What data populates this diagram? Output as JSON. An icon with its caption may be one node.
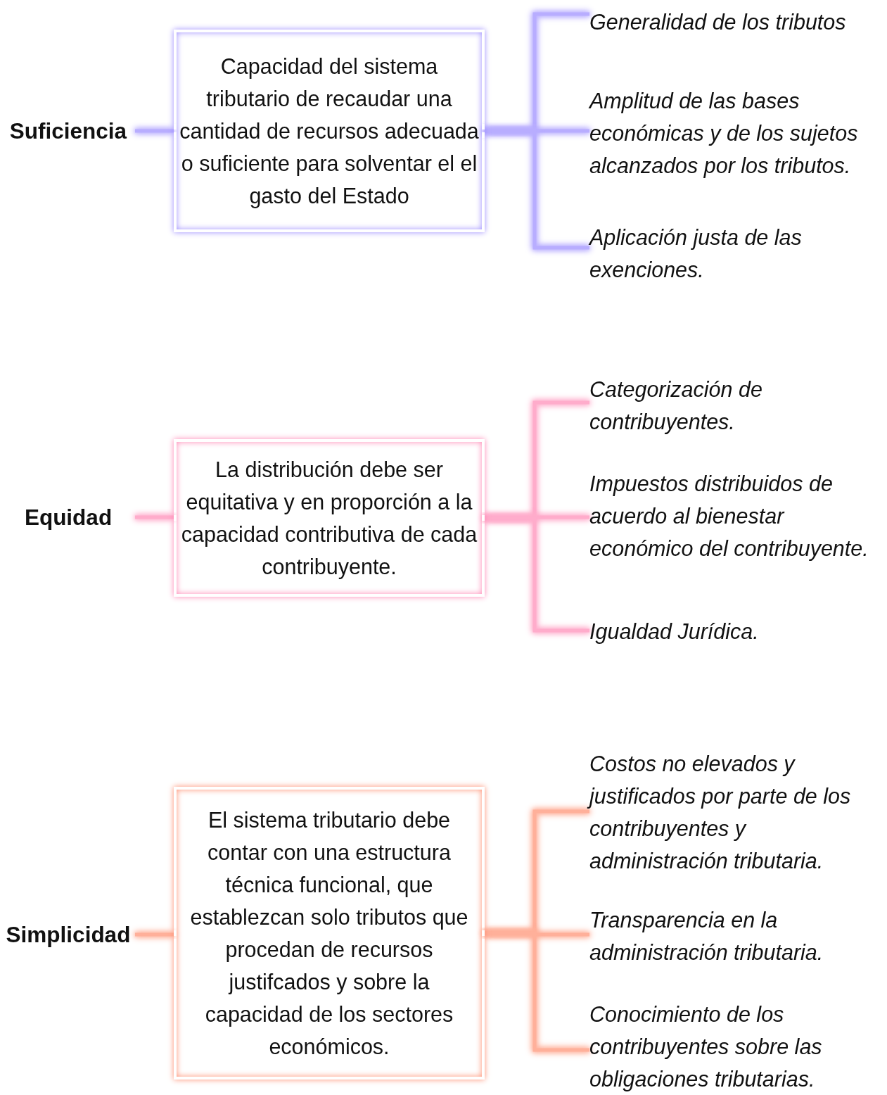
{
  "diagram": {
    "nodes": [
      {
        "text": [
          "Suficiencia"
        ]
      },
      {
        "text": [
          "Capacidad del sistema tributario de recaudar una cantidad de recursos adecuada o suficiente para solventar el el gasto del Estado"
        ]
      },
      {
        "text": [
          "Generalidad de los tributos"
        ]
      },
      {
        "text": [
          "Amplitud de las bases económicas y de los sujetos alcanzados por los tributos."
        ]
      },
      {
        "text": [
          "Aplicación justa de las exenciones."
        ]
      },
      {
        "text": [
          "Equidad"
        ]
      },
      {
        "text": [
          "La distribución debe ser equitativa y en proporción a la capacidad contributiva de cada contribuyente."
        ]
      },
      {
        "text": [
          "Categorización de contribuyentes."
        ]
      },
      {
        "text": [
          "Impuestos distribuidos de acuerdo al bienestar económico del contribuyente."
        ]
      },
      {
        "text": [
          "Igualdad Jurídica."
        ]
      },
      {
        "text": [
          "Simplicidad"
        ]
      },
      {
        "text": [
          "El sistema tributario debe contar con una estructura técnica funcional, que establezcan solo tributos que procedan de recursos justifcados y sobre la capacidad de los sectores económicos."
        ]
      },
      {
        "text": [
          "Costos no elevados y justificados por parte de los contribuyentes y administración tributaria."
        ]
      },
      {
        "text": [
          "Transparencia en la administración tributaria."
        ]
      },
      {
        "text": [
          "Conocimiento de los contribuyentes sobre las obligaciones tributarias."
        ]
      }
    ],
    "edges": [
      {
        "from": 0,
        "to": 1,
        "arrow": "none",
        "color": "#b8adff"
      },
      {
        "from": 1,
        "to": 2,
        "arrow": "none",
        "color": "#b8adff"
      },
      {
        "from": 1,
        "to": 3,
        "arrow": "none",
        "color": "#b8adff"
      },
      {
        "from": 1,
        "to": 4,
        "arrow": "none",
        "color": "#b8adff"
      },
      {
        "from": 5,
        "to": 6,
        "arrow": "none",
        "color": "#ffaccb"
      },
      {
        "from": 6,
        "to": 7,
        "arrow": "none",
        "color": "#ffaccb"
      },
      {
        "from": 6,
        "to": 8,
        "arrow": "none",
        "color": "#ffaccb"
      },
      {
        "from": 6,
        "to": 9,
        "arrow": "none",
        "color": "#ffaccb"
      },
      {
        "from": 10,
        "to": 11,
        "arrow": "none",
        "color": "#ffb09a"
      },
      {
        "from": 11,
        "to": 12,
        "arrow": "none",
        "color": "#ffb09a"
      },
      {
        "from": 11,
        "to": 13,
        "arrow": "none",
        "color": "#ffb09a"
      },
      {
        "from": 11,
        "to": 14,
        "arrow": "none",
        "color": "#ffb09a"
      }
    ]
  }
}
